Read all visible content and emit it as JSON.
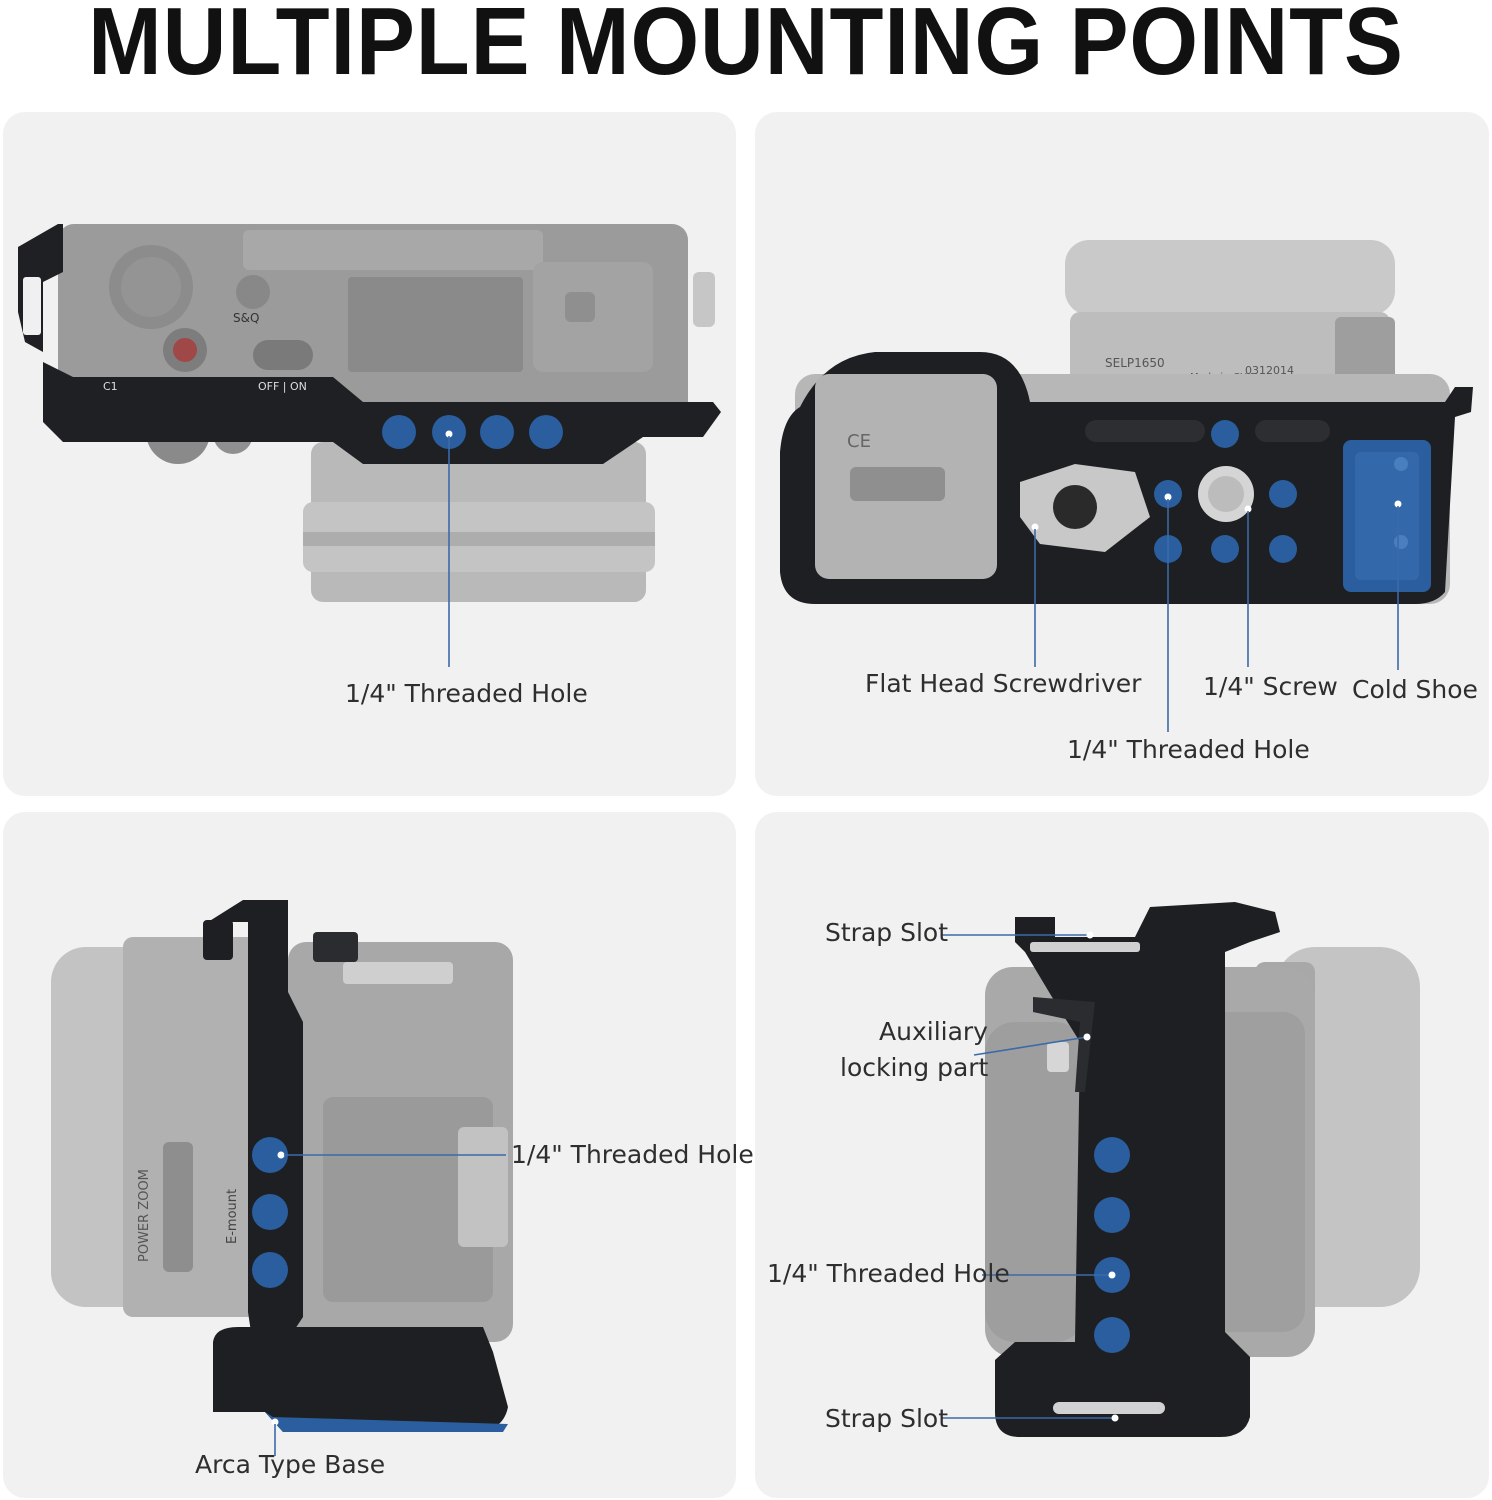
{
  "title": "MULTIPLE MOUNTING POINTS",
  "panel_top_left": {
    "threaded_hole": "1/4\" Threaded Hole"
  },
  "panel_top_right": {
    "flat_head_screwdriver": "Flat Head Screwdriver",
    "screw": "1/4\" Screw",
    "cold_shoe": "Cold Shoe",
    "threaded_hole": "1/4\" Threaded Hole",
    "lens_model": "SELP1650",
    "lens_made": "Made in CHINA",
    "lens_serial": "0312014"
  },
  "panel_bottom_left": {
    "threaded_hole": "1/4\" Threaded Hole",
    "arca_base": "Arca Type Base",
    "lens_text_1": "POWER ZOOM",
    "lens_text_2": "E-mount"
  },
  "panel_bottom_right": {
    "strap_slot_top": "Strap Slot",
    "aux_line1": "Auxiliary",
    "aux_line2": "locking part",
    "threaded_hole": "1/4\" Threaded Hole",
    "strap_slot_bottom": "Strap Slot"
  },
  "colors": {
    "accent": "#2a5e9e",
    "line": "#3b6aa8",
    "cage": "#1d1f22",
    "camera": "#9a9a9a",
    "panel": "#f1f1f1"
  }
}
